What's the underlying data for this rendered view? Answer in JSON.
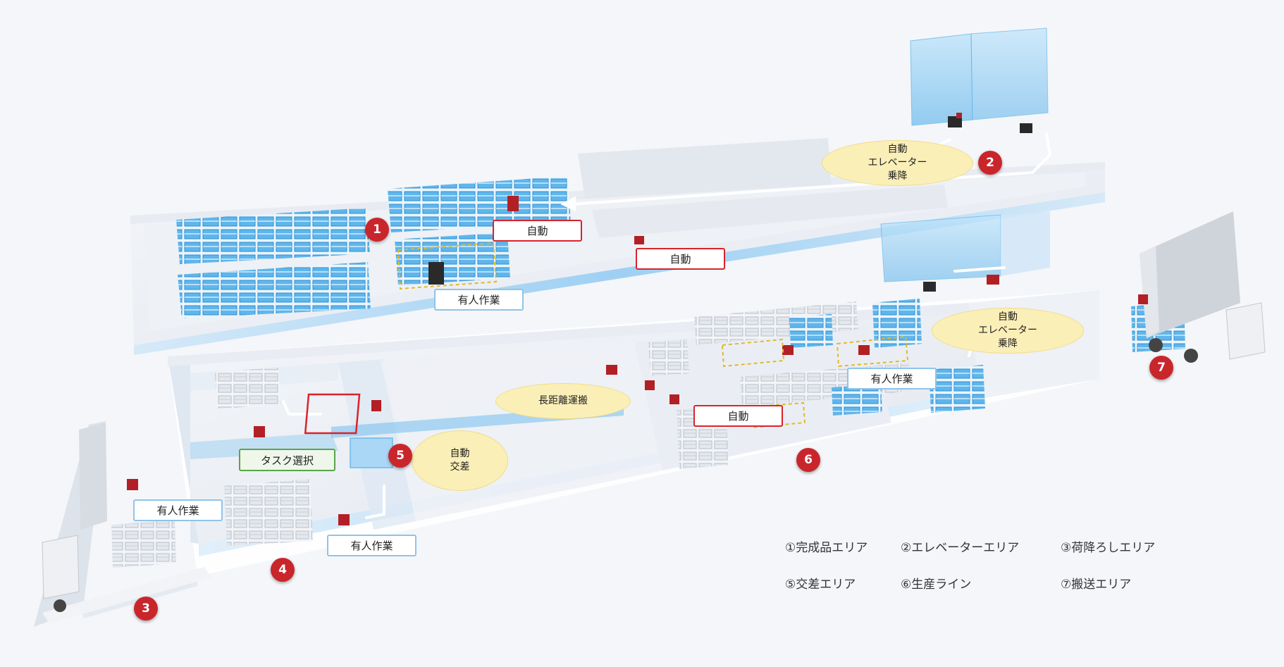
{
  "markers": [
    "1",
    "2",
    "3",
    "4",
    "5",
    "6",
    "7"
  ],
  "labels": {
    "auto_upper_1": "自動",
    "auto_upper_2": "自動",
    "auto_lower": "自動",
    "manual_upper": "有人作業",
    "manual_left": "有人作業",
    "manual_bottom": "有人作業",
    "manual_right": "有人作業",
    "task_select": "タスク選択"
  },
  "ovals": {
    "elevator_upper": [
      "自動",
      "エレベーター",
      "乗降"
    ],
    "elevator_lower": [
      "自動",
      "エレベーター",
      "乗降"
    ],
    "long_distance": [
      "長距離運搬"
    ],
    "auto_crossing": [
      "自動",
      "交差"
    ]
  },
  "legend": {
    "area1": "①完成品エリア",
    "area2": "②エレベーターエリア",
    "area3": "③荷降ろしエリア",
    "area5": "⑤交差エリア",
    "area6": "⑥生産ライン",
    "area7": "⑦搬送エリア"
  },
  "colors": {
    "marker": "#c9262c",
    "auto_border": "#d9232a",
    "manual_border": "#8fc4e8",
    "task_border": "#5aa54a",
    "oval_fill": "#fbefb8",
    "glass": "#8ccdf2"
  }
}
